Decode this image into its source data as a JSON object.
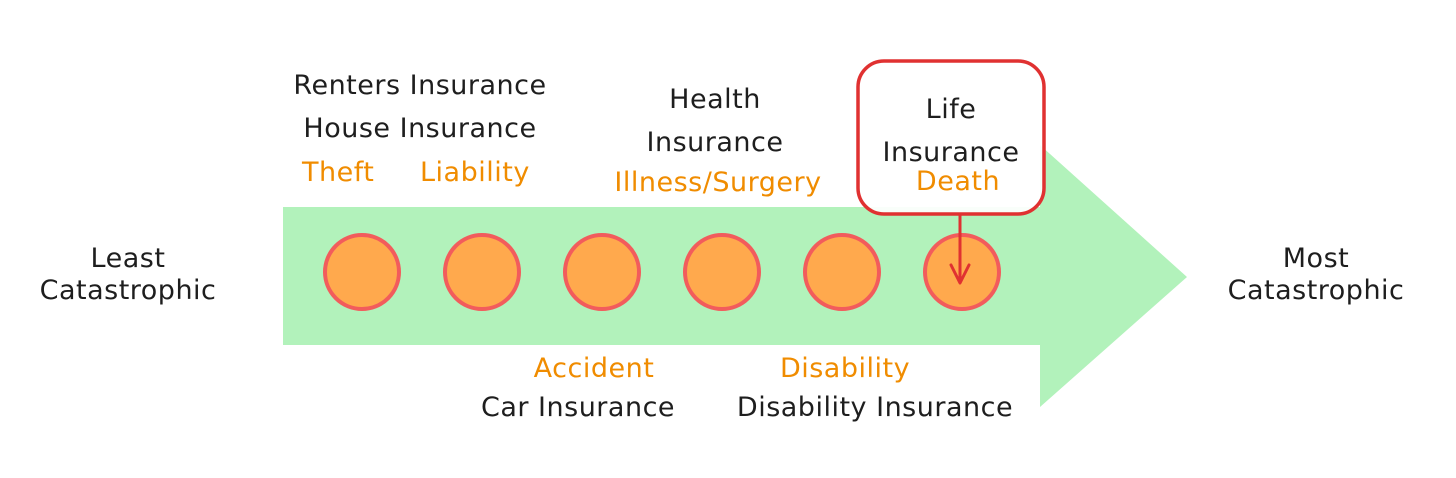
{
  "scale": {
    "left_label": [
      "Least",
      "Catastrophic"
    ],
    "right_label": [
      "Most",
      "Catastrophic"
    ]
  },
  "top_groups": [
    {
      "insurance_lines": [
        "Renters Insurance",
        "House Insurance"
      ],
      "risks": [
        "Theft",
        "Liability"
      ]
    },
    {
      "insurance_lines": [
        "Health",
        "Insurance"
      ],
      "risks": [
        "Illness/Surgery"
      ]
    },
    {
      "insurance_lines": [
        "Life",
        "Insurance"
      ],
      "risks": [
        "Death"
      ],
      "highlighted": true
    }
  ],
  "bottom_groups": [
    {
      "risk": "Accident",
      "insurance": "Car Insurance"
    },
    {
      "risk": "Disability",
      "insurance": "Disability Insurance"
    }
  ],
  "markers": {
    "count": 6,
    "highlighted_index": 5
  },
  "colors": {
    "arrow_fill": "#b2f2bb",
    "circle_fill": "#ffa94d",
    "circle_stroke": "#f25c5c",
    "highlight_stroke": "#e03131",
    "risk_text": "#f08c00",
    "text": "#1e1e1e"
  }
}
